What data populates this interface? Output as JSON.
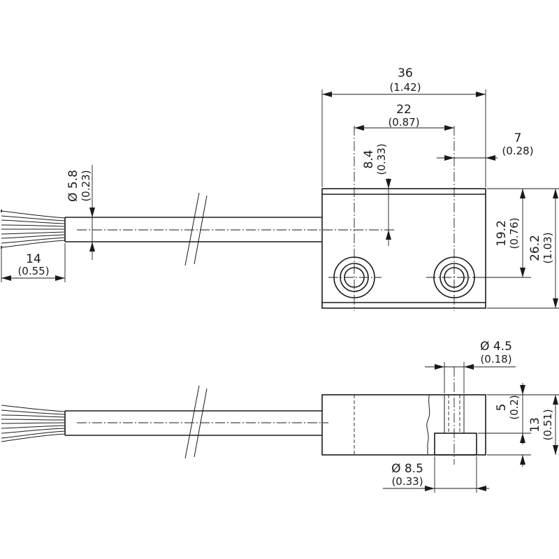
{
  "dimensions": {
    "width_36": {
      "value": "36",
      "inch": "(1.42)"
    },
    "spacing_22": {
      "value": "22",
      "inch": "(0.87)"
    },
    "offset_7": {
      "value": "7",
      "inch": "(0.28)"
    },
    "offset_8_4": {
      "value": "8.4",
      "inch": "(0.33)"
    },
    "cable_dia": {
      "value": "Ø 5.8",
      "inch": "(0.23)"
    },
    "strip_14": {
      "value": "14",
      "inch": "(0.55)"
    },
    "hole_spacing_19_2": {
      "value": "19.2",
      "inch": "(0.76)"
    },
    "height_26_2": {
      "value": "26.2",
      "inch": "(1.03)"
    },
    "hole_dia": {
      "value": "Ø 4.5",
      "inch": "(0.18)"
    },
    "depth_5": {
      "value": "5",
      "inch": "(0.2)"
    },
    "thickness_13": {
      "value": "13",
      "inch": "(0.51)"
    },
    "counterbore_dia": {
      "value": "Ø 8.5",
      "inch": "(0.33)"
    }
  }
}
